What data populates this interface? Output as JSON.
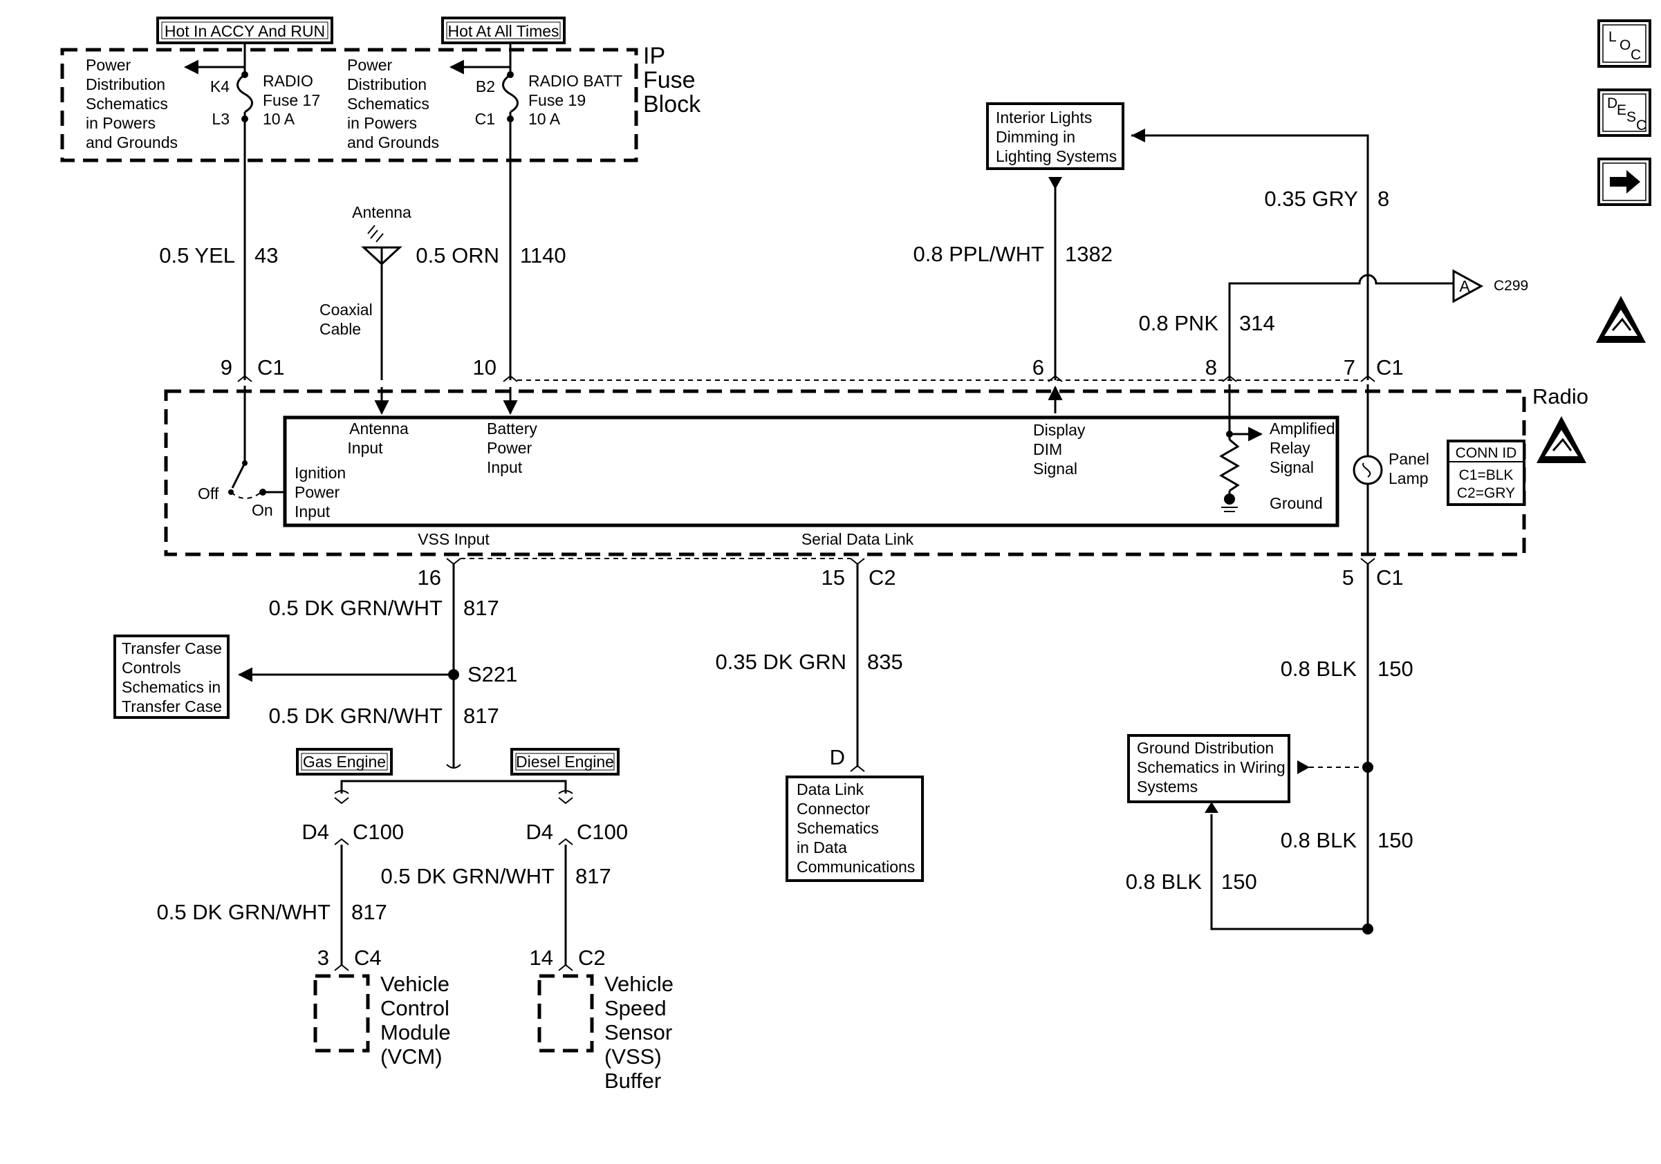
{
  "headers": {
    "hot_accy_run": "Hot In ACCY And RUN",
    "hot_all_times": "Hot At All Times"
  },
  "fuse_block": {
    "title": [
      "IP",
      "Fuse",
      "Block"
    ],
    "pd_left": [
      "Power",
      "Distribution",
      "Schematics",
      "in Powers",
      "and Grounds"
    ],
    "pd_right": [
      "Power",
      "Distribution",
      "Schematics",
      "in Powers",
      "and Grounds"
    ],
    "fuse17": {
      "top_pin": "K4",
      "bottom_pin": "L3",
      "lines": [
        "RADIO",
        "Fuse 17",
        "10 A"
      ]
    },
    "fuse19": {
      "top_pin": "B2",
      "bottom_pin": "C1",
      "lines": [
        "RADIO BATT",
        "Fuse 19",
        "10 A"
      ]
    }
  },
  "wires": {
    "yel": {
      "gauge_color": "0.5 YEL",
      "circuit": "43"
    },
    "orn": {
      "gauge_color": "0.5 ORN",
      "circuit": "1140"
    },
    "ppl": {
      "gauge_color": "0.8 PPL/WHT",
      "circuit": "1382"
    },
    "gry": {
      "gauge_color": "0.35 GRY",
      "circuit": "8"
    },
    "pnk": {
      "gauge_color": "0.8 PNK",
      "circuit": "314"
    },
    "grnwht_top": {
      "gauge_color": "0.5 DK GRN/WHT",
      "circuit": "817"
    },
    "grnwht_mid": {
      "gauge_color": "0.5 DK GRN/WHT",
      "circuit": "817"
    },
    "grnwht_right": {
      "gauge_color": "0.5 DK GRN/WHT",
      "circuit": "817"
    },
    "grnwht_left": {
      "gauge_color": "0.5 DK GRN/WHT",
      "circuit": "817"
    },
    "dkgrn": {
      "gauge_color": "0.35 DK GRN",
      "circuit": "835"
    },
    "blk_top": {
      "gauge_color": "0.8 BLK",
      "circuit": "150"
    },
    "blk_mid": {
      "gauge_color": "0.8 BLK",
      "circuit": "150"
    },
    "blk_left": {
      "gauge_color": "0.8 BLK",
      "circuit": "150"
    }
  },
  "antenna": {
    "label": "Antenna",
    "cable": [
      "Coaxial",
      "Cable"
    ]
  },
  "interior_lights": [
    "Interior Lights",
    "Dimming in",
    "Lighting Systems"
  ],
  "c299": {
    "letter": "A",
    "name": "C299"
  },
  "radio": {
    "label": "Radio",
    "pins_top": {
      "p9": "9",
      "c1_left": "C1",
      "p10": "10",
      "p6": "6",
      "p8": "8",
      "p7": "7",
      "c1_right": "C1"
    },
    "pins_bottom": {
      "p16": "16",
      "p15": "15",
      "c2": "C2",
      "p5": "5",
      "c1": "C1"
    },
    "inputs": {
      "antenna": [
        "Antenna",
        "Input"
      ],
      "battery": [
        "Battery",
        "Power",
        "Input"
      ],
      "display": [
        "Display",
        "DIM",
        "Signal"
      ],
      "amp": [
        "Amplified",
        "Relay",
        "Signal"
      ],
      "ground": "Ground",
      "ignition": [
        "Ignition",
        "Power",
        "Input"
      ],
      "vss": "VSS Input",
      "serial": "Serial Data Link"
    },
    "switch": {
      "off": "Off",
      "on": "On"
    },
    "panel_lamp": [
      "Panel",
      "Lamp"
    ],
    "conn_id": {
      "title": "CONN ID",
      "c1": "C1=BLK",
      "c2": "C2=GRY"
    }
  },
  "splice": "S221",
  "transfer_case": [
    "Transfer Case",
    "Controls",
    "Schematics in",
    "Transfer Case"
  ],
  "engine": {
    "gas": "Gas Engine",
    "diesel": "Diesel Engine"
  },
  "c100_left": {
    "pin": "D4",
    "conn": "C100"
  },
  "c100_right": {
    "pin": "D4",
    "conn": "C100"
  },
  "vcm": {
    "pin": "3",
    "conn": "C4",
    "name": [
      "Vehicle",
      "Control",
      "Module",
      "(VCM)"
    ]
  },
  "vss": {
    "pin": "14",
    "conn": "C2",
    "name": [
      "Vehicle",
      "Speed",
      "Sensor",
      "(VSS)",
      "Buffer"
    ]
  },
  "dlc": {
    "pin": "D",
    "name": [
      "Data Link",
      "Connector",
      "Schematics",
      "in Data",
      "Communications"
    ]
  },
  "ground_dist": [
    "Ground Distribution",
    "Schematics in Wiring",
    "Systems"
  ],
  "nav": {
    "loc": [
      "L",
      "O",
      "C"
    ],
    "desc": [
      "D",
      "E",
      "S",
      "C"
    ],
    "next": "next-arrow-icon"
  }
}
